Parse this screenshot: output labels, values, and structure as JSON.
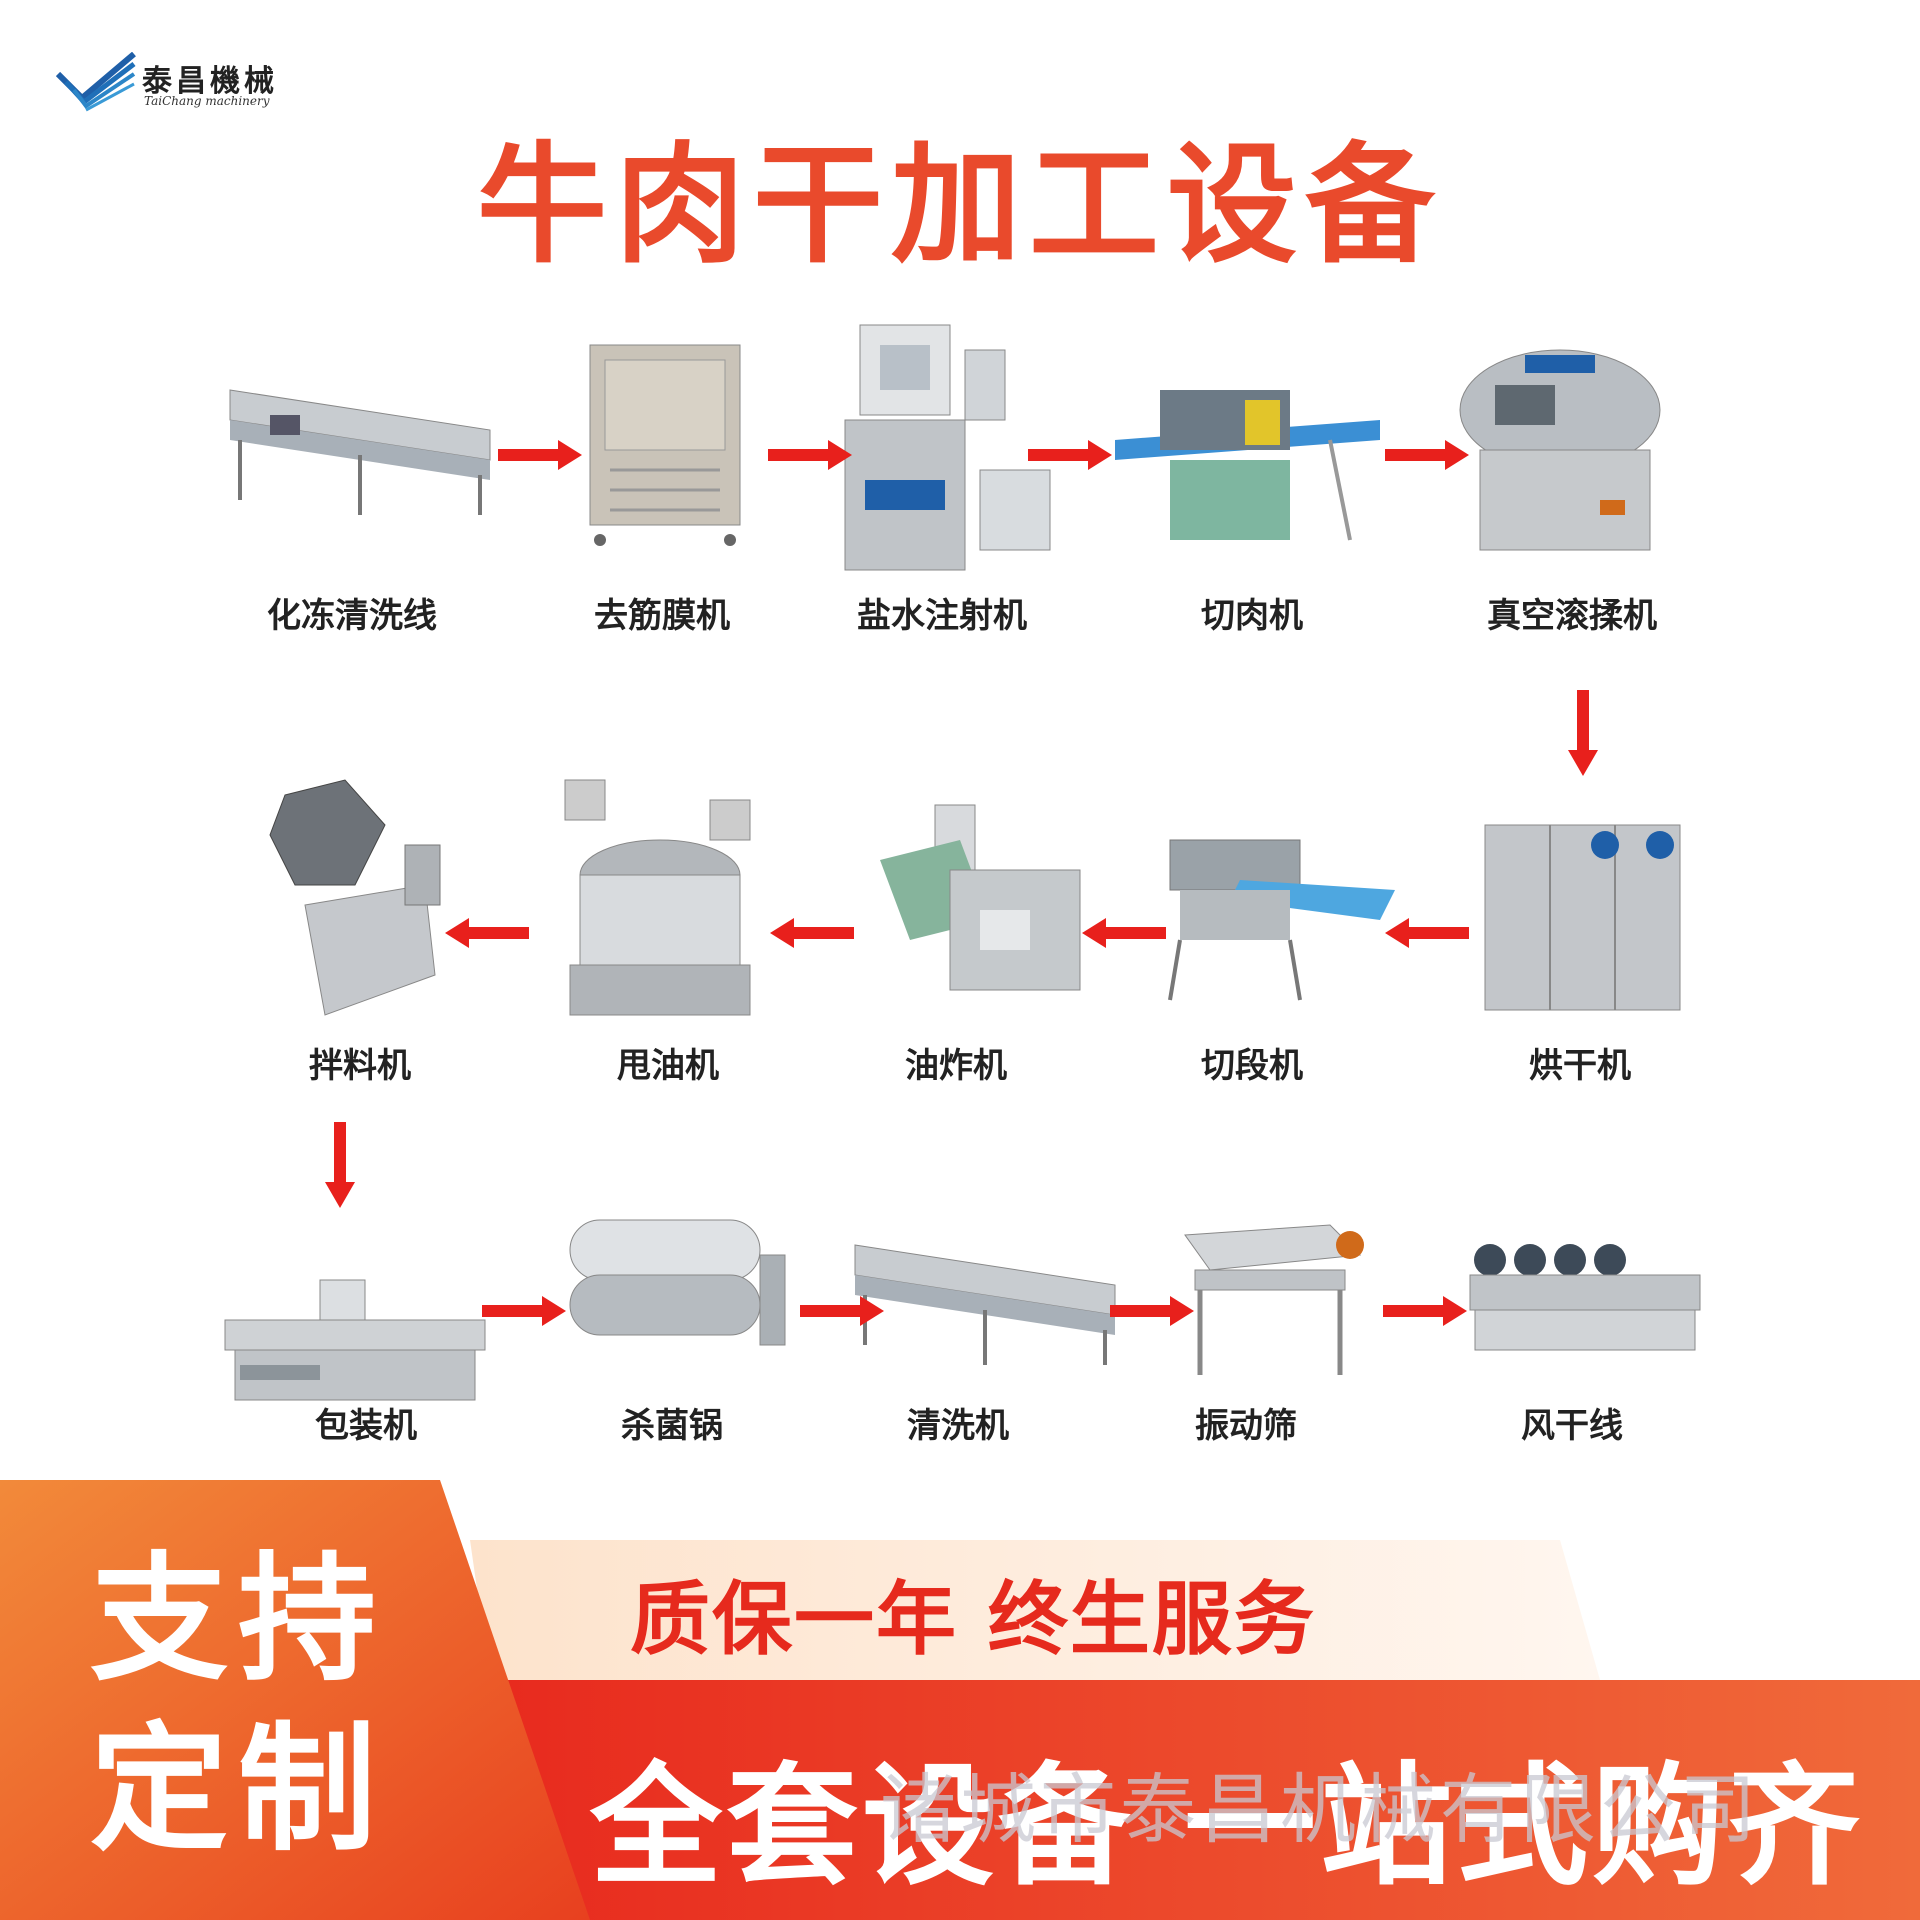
{
  "logo": {
    "name_cn": "泰昌機械",
    "name_en": "TaiChang machinery"
  },
  "title": "牛肉干加工设备",
  "machines": [
    "化冻清洗线",
    "去筋膜机",
    "盐水注射机",
    "切肉机",
    "真空滚揉机",
    "烘干机",
    "切段机",
    "油炸机",
    "甩油机",
    "拌料机",
    "包装机",
    "杀菌锅",
    "清洗机",
    "振动筛",
    "风干线"
  ],
  "banner": {
    "support_line1": "支持",
    "support_line2": "定制",
    "slogan1": "质保一年 终生服务",
    "slogan2": "全套设备 一站式购齐",
    "watermark": "诸城市泰昌机械有限公司"
  },
  "colors": {
    "title": "#e94a2c",
    "arrow": "#e8201c",
    "banner_red": "#e62a1d",
    "banner_orange": "#f0692a"
  }
}
